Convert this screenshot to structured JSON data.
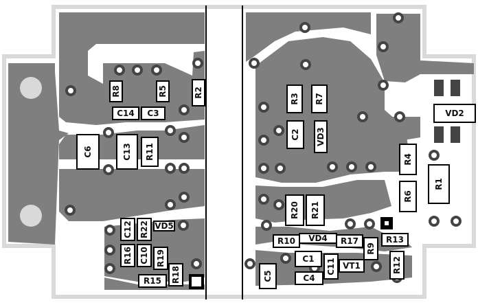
{
  "board": {
    "outline_color": "#d9d9d9",
    "copper_color": "#7f7f7f",
    "pad_color": "#ffffff",
    "label_box_color": "#ffffff",
    "line_color": "#000000"
  },
  "labels": {
    "R8": "R8",
    "R5": "R5",
    "R2": "R2",
    "C14": "C14",
    "C3": "C3",
    "C6": "C6",
    "C13": "C13",
    "R11": "R11",
    "C12": "C12",
    "R22": "R22",
    "VD5": "VD5",
    "R16": "R16",
    "C10": "C10",
    "R19": "R19",
    "R18": "R18",
    "R15": "R15",
    "R3": "R3",
    "R7": "R7",
    "C2": "C2",
    "VD3": "VD3",
    "R4": "R4",
    "R6": "R6",
    "R1": "R1",
    "VD2": "VD2",
    "R20": "R20",
    "R21": "R21",
    "R10": "R10",
    "VD4": "VD4",
    "R17": "R17",
    "R9": "R9",
    "R13": "R13",
    "C1": "C1",
    "C11": "C11",
    "VT1": "VT1",
    "R12": "R12",
    "C5": "C5",
    "C4": "C4"
  }
}
